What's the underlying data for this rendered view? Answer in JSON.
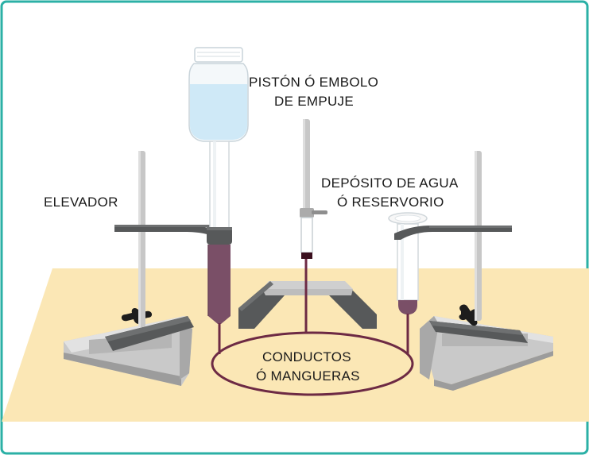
{
  "labels": {
    "piston_line1": "PISTÓN Ó EMBOLO",
    "piston_line2": "DE EMPUJE",
    "elevator": "ELEVADOR",
    "reservoir_line1": "DEPÓSITO DE AGUA",
    "reservoir_line2": "Ó RESERVORIO",
    "conduits_line1": "CONDUCTOS",
    "conduits_line2": "Ó MANGUERAS"
  },
  "colors": {
    "frame": "#2bb0a6",
    "table": "#fbe7b5",
    "liquid": "#7a4f67",
    "hose": "#6d2a44",
    "stand_light": "#c7c7c7",
    "stand_dark": "#57595a",
    "water": "#cfe9f7"
  }
}
